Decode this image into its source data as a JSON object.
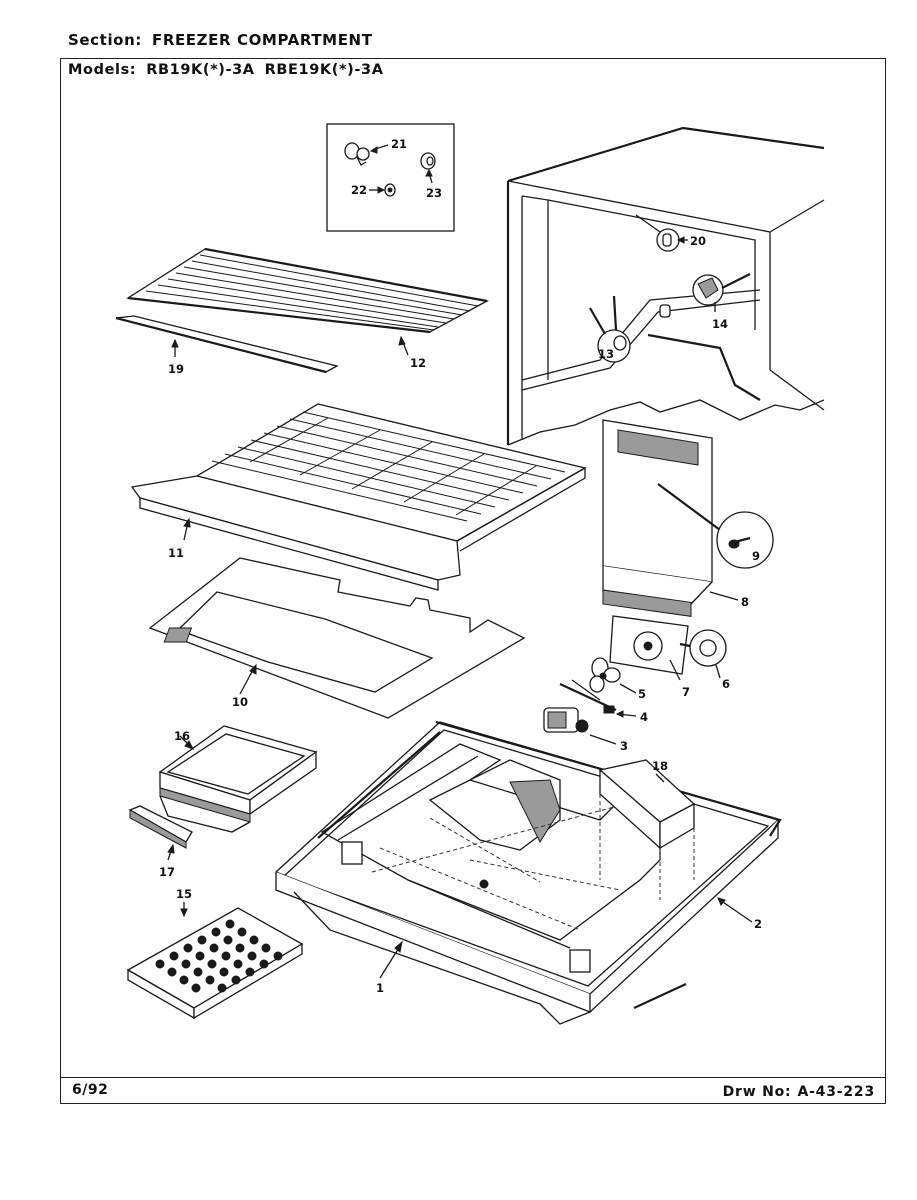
{
  "header": {
    "section_label": "Section:",
    "section_value": "FREEZER COMPARTMENT",
    "models_label": "Models:",
    "model_1": "RB19K(*)-3A",
    "model_2": "RBE19K(*)-3A"
  },
  "footer": {
    "date": "6/92",
    "drawing_label": "Drw No:",
    "drawing_number": "A-43-223"
  },
  "callouts": {
    "p1": "1",
    "p2": "2",
    "p3": "3",
    "p4": "4",
    "p5": "5",
    "p6": "6",
    "p7": "7",
    "p8": "8",
    "p9": "9",
    "p10": "10",
    "p11": "11",
    "p12": "12",
    "p13": "13",
    "p14": "14",
    "p15": "15",
    "p16": "16",
    "p17": "17",
    "p18": "18",
    "p19": "19",
    "p20": "20",
    "p21": "21",
    "p22": "22",
    "p23": "23"
  }
}
